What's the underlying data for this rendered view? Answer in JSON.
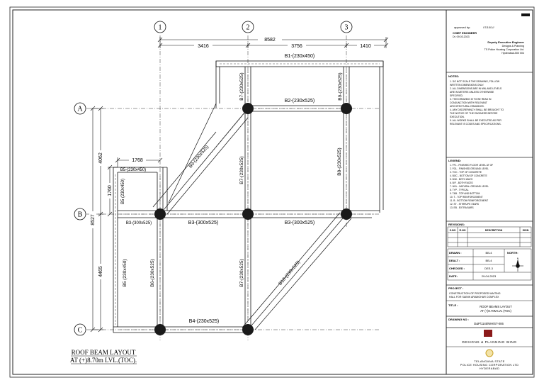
{
  "grid": {
    "columns": [
      "1",
      "2",
      "3"
    ],
    "rows": [
      "A",
      "B",
      "C"
    ]
  },
  "dimensions": {
    "overall_top": "8582",
    "top_spans": [
      "3416",
      "3756",
      "1410"
    ],
    "overall_left": "8527",
    "left_spans": [
      "4062",
      "4465"
    ],
    "inner_left": "1760",
    "bay_width": "1768"
  },
  "beams": {
    "b1": "B1-(230x450)",
    "b2": "B2-(230x525)",
    "b3a": "B3-(300x525)",
    "b3b": "B3-(300x525)",
    "b3c": "B3-(300x525)",
    "b4": "B4-(230x525)",
    "b5a": "B5-(230x450)",
    "b5b": "B5 (230x450)",
    "b5c": "B5 (230x450)",
    "b6": "B6-(230x525)",
    "b7a": "B7-(230x525)",
    "b7b": "B7-(230x525)",
    "b7c": "B7-(230x525)",
    "b8": "B8-(230x525)",
    "b9a": "B9-(230x525)",
    "b9b": "B9-(230x525)",
    "b10": "B10-(230x525)"
  },
  "layout_title": {
    "line1": "ROOF BEAM LAYOUT",
    "line2": "AT (+)8.70m LVL.(TOC)."
  },
  "title_block": {
    "approved_by": "approved by:",
    "chief_engineer": "CHIEF ENGINEER",
    "stamp_date": "Dt. 09.03.2023",
    "officer": "Deputy Executive Engineer",
    "officer_line2": "Designs & Planning",
    "officer_line3": "TS Police Housing Corporation Ltd.",
    "officer_line4": "Hyderabad-500 004",
    "notes_title": "NOTES:",
    "notes": [
      "1. DO NOT SCALE THE DRAWING, FOLLOW",
      "    WRITTEN DIMENSIONS ONLY.",
      "2. ALL DIMENSIONS ARE IN MM, AND LEVELS",
      "    ARE IN METERS UNLESS OTHERWISE",
      "    SPECIFIED.",
      "3. THIS DRAWING IS TO BE READ IN",
      "    CONJUNCTION WITH RELEVANT",
      "    ARCHITECTURAL DRAWINGS.",
      "4. ANY DISCREPANCY SHALL BE BROUGHT TO",
      "    THE NOTICE OF THE ENGINEER BEFORE",
      "    EXECUTION.",
      "5. ALL WORKS SHALL BE EXECUTED AS PER",
      "    RELEVANT IS CODES AND SPECIFICATIONS."
    ],
    "legend_title": "LEGEND:",
    "legend": [
      "1. FFL - FINISHED FLOOR LEVEL AT GF",
      "2. FGL - FINISHED GROUND LEVEL",
      "3. TOC - TOP OF CONCRETE",
      "4. BOC - BOTTOM OF CONCRETE",
      "5. B/W - BOTH WAYS",
      "6. B/F - BOTH FACES",
      "7. NGL - NATURAL GROUND LEVEL",
      "8. TYP - TYPICAL",
      "9. T&B - TOP AND BOTTOM",
      "10. T - TOP REINFORCEMENT",
      "11. B - BOTTOM REINFORCEMENT",
      "12. ST - STIRRUPS / BARS",
      "13. EB - EXTRA BARS"
    ],
    "revisions_title": "REVISIONS:",
    "rev_headers": [
      "S.NO",
      "R.NO",
      "DESCRIPTION",
      "SIGN"
    ],
    "drawn_label": "DRAWN :",
    "drawn_value": "BB-4",
    "north_label": "NORTH:",
    "dealt_label": "DEALT :",
    "dealt_value": "BB-4",
    "checked_label": "CHECKED :",
    "checked_value": "DEE-3",
    "date_label": "DATE:",
    "date_value": "29-04-2023",
    "project_label": "PROJECT :",
    "project_line1": "CONSTRUCTION OF PROPOSED WAITING",
    "project_line2": "HALL FOR SAINIK ARAMGHAR COMPLEX",
    "title_label": "TITLE :",
    "title_line1": "ROOF BEAMS LAYOUT",
    "title_line2": "AT (+)8.70M LVL (TOC)",
    "drawing_no_label": "DRAWING NO :",
    "drawing_no": "D&P/1145/WH/ST-006",
    "wing": "DESIGNS & PLANNING WING",
    "org_line1": "TELANGANA STATE",
    "org_line2": "POLICE HOUSING CORPORATION LTD",
    "org_line3": "HYDERABAD"
  },
  "colors": {
    "ink": "#111111",
    "column_fill": "#1a1a1a",
    "logo_red": "#8b1a1a",
    "emblem_gold": "#c9a227"
  }
}
